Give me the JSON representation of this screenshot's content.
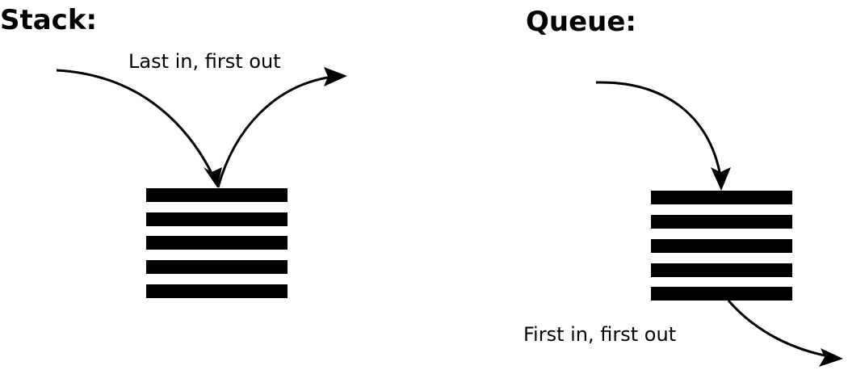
{
  "stack": {
    "title": "Stack:",
    "caption": "Last in, first out",
    "item_count": 5
  },
  "queue": {
    "title": "Queue:",
    "caption": "First in, first out",
    "item_count": 5
  },
  "colors": {
    "background": "#ffffff",
    "ink": "#000000"
  }
}
